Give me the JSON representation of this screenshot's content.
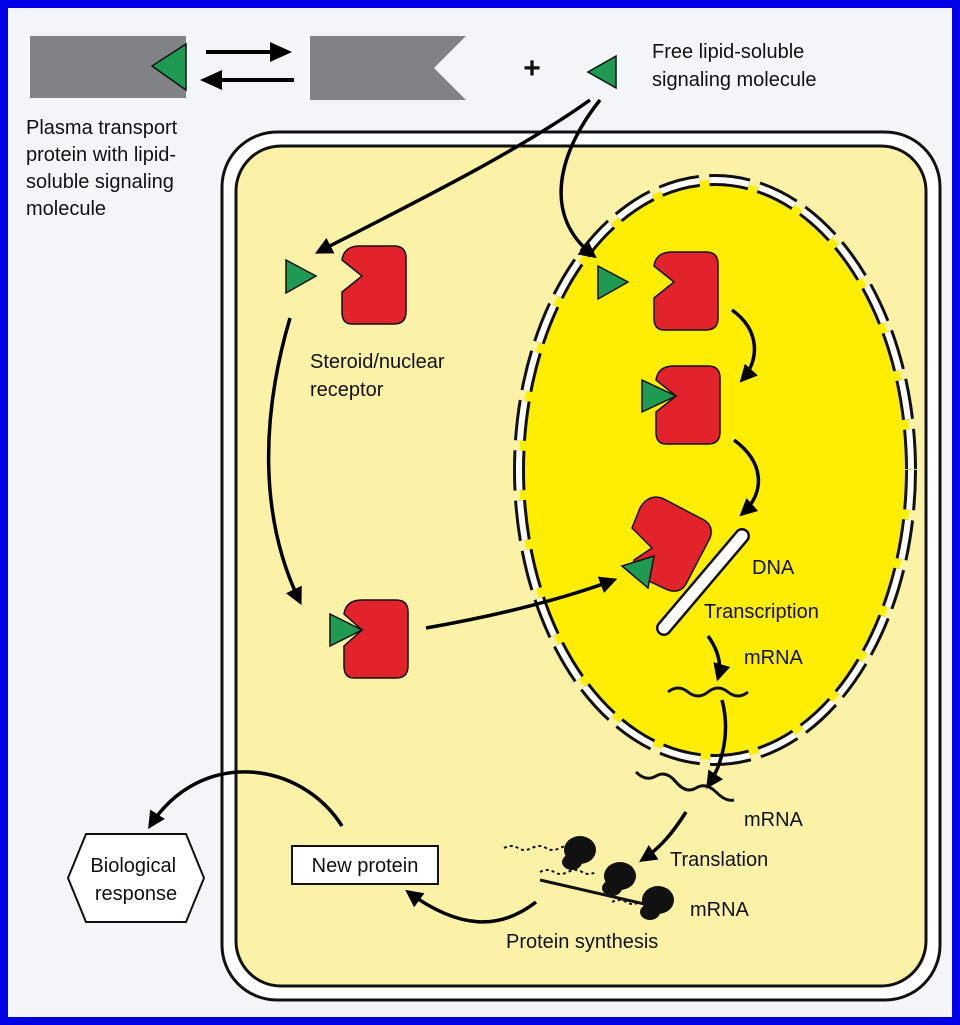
{
  "title": "",
  "colors": {
    "frame": "#0000e6",
    "background": "#f3f5f8",
    "cytoplasm": "#fbf2a8",
    "nucleus": "#ffee00",
    "receptor": "#e3232b",
    "signal": "#1f9a52",
    "transport": "#808285"
  },
  "labels": {
    "transport_protein": [
      "Plasma transport",
      "protein with lipid-",
      "soluble signaling",
      "molecule"
    ],
    "plus": "+",
    "free_molecule": [
      "Free lipid-soluble",
      "signaling molecule"
    ],
    "receptor": [
      "Steroid/nuclear",
      "receptor"
    ],
    "dna": "DNA",
    "transcription": "Transcription",
    "mrna_nucleus": "mRNA",
    "mrna_cytoplasm": "mRNA",
    "translation": "Translation",
    "mrna_ribosome": "mRNA",
    "protein_synthesis": "Protein synthesis",
    "new_protein": "New protein",
    "biological_response": [
      "Biological",
      "response"
    ]
  }
}
